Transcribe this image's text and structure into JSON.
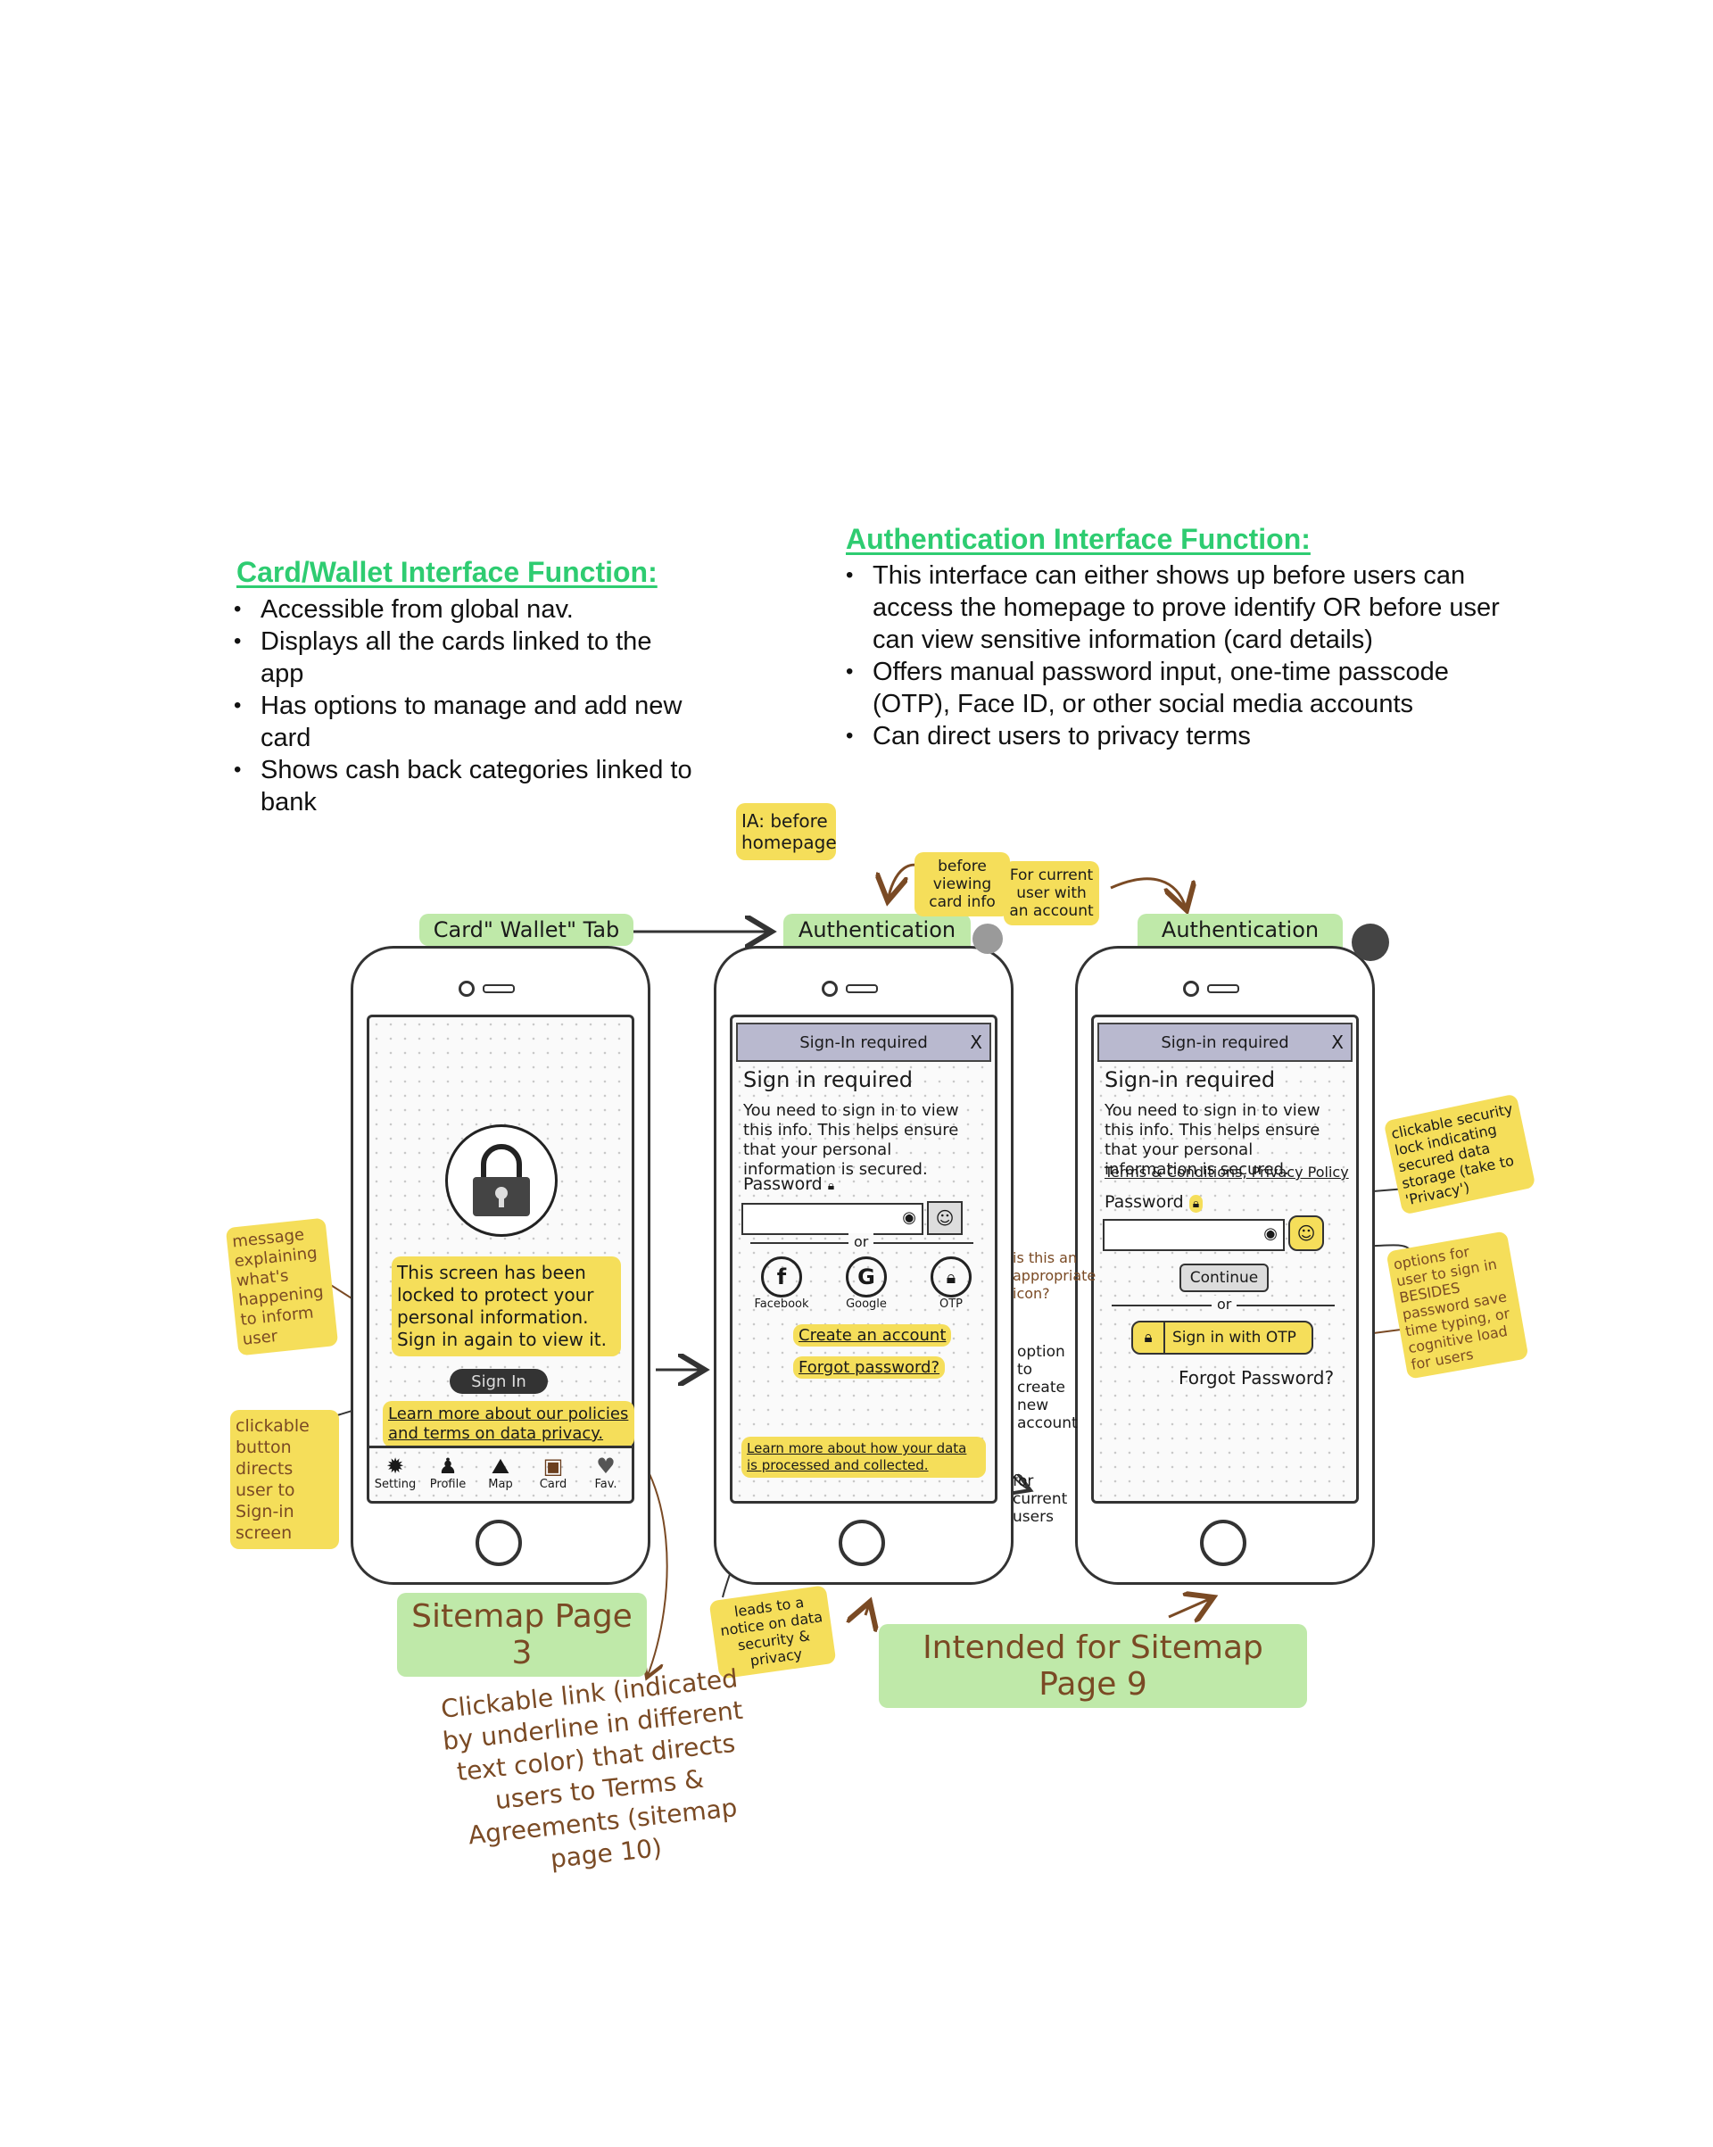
{
  "left_section": {
    "title": "Card/Wallet Interface Function:",
    "bullets": [
      "Accessible from global nav.",
      "Displays all the cards linked to the app",
      "Has options to manage and add new card",
      "Shows cash back categories linked to bank"
    ]
  },
  "right_section": {
    "title": "Authentication Interface Function:",
    "bullets": [
      "This interface can either shows up before users can access the homepage to prove identify OR before user can view sensitive information (card details)",
      "Offers manual password input, one-time passcode (OTP), Face ID, or other social media accounts",
      "Can direct users to privacy terms"
    ]
  },
  "colors": {
    "title_green": "#2ecc71",
    "highlight_yellow": "#f5de5a",
    "highlight_green": "#bfe9a9",
    "annotation_brown": "#7a4a24"
  },
  "phone1": {
    "label": "Card\" Wallet\" Tab",
    "message": "This screen has been locked to protect your personal information. Sign in again to view it.",
    "sign_in_button": "Sign In",
    "learn_more": "Learn more about our policies and terms on data privacy.",
    "nav": [
      "Setting",
      "Profile",
      "Map",
      "Card",
      "Fav."
    ],
    "caption": "Sitemap Page 3"
  },
  "phone2": {
    "label": "Authentication Page",
    "bar": "Sign-In required",
    "close": "X",
    "heading": "Sign in required",
    "body": "You need to sign in to view this info. This helps ensure that your personal information is secured.",
    "password_label": "Password",
    "or": "or",
    "social": [
      "Facebook",
      "Google",
      "OTP"
    ],
    "create_account": "Create an account",
    "forgot": "Forgot password?",
    "learn_more": "Learn more about how your data is processed and collected."
  },
  "phone3": {
    "label": "Authentication Page",
    "bar": "Sign-in required",
    "close": "X",
    "heading": "Sign-in required",
    "body": "You need to sign in to view this info. This helps ensure that your personal information is secured.",
    "links": "Terms & Conditions, Privacy Policy",
    "password_label": "Password",
    "continue": "Continue",
    "or": "or",
    "otp": "Sign in with OTP",
    "forgot": "Forgot Password?"
  },
  "annotations": {
    "ia": "IA: before homepage",
    "before_viewing": "before viewing card info",
    "for_current": "For current user with an account",
    "message_explain": "message explaining what's happening to inform user",
    "clickable_button": "clickable button directs user to Sign-in screen",
    "is_this_icon": "is this an appropriate icon?",
    "option_create": "option to create new account",
    "for_current_users": "for current users",
    "leads_to": "leads to a notice on data security & privacy",
    "clickable_lock": "clickable security lock indicating secured data storage (take to 'Privacy')",
    "options_sign_in": "options for user to sign in BESIDES password save time typing, or cognitive load for users",
    "clickable_link": "Clickable link (indicated by underline in different text color) that directs users to Terms & Agreements (sitemap page 10)",
    "intended": "Intended for Sitemap Page 9"
  }
}
